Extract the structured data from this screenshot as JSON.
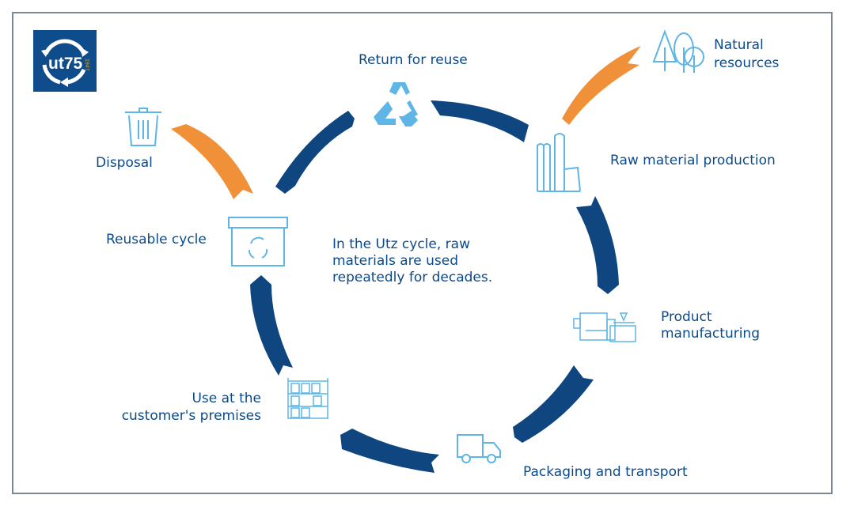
{
  "logo": {
    "text": "ut75",
    "year": "1947",
    "brand_color": "#0f4c8c",
    "accent_color": "#c7a03c"
  },
  "colors": {
    "arrow_main": "#0f4680",
    "arrow_side": "#f0913a",
    "icon": "#5fb6e6",
    "text": "#0b4a8b",
    "frame": "#7a8691"
  },
  "nodes": {
    "return_for_reuse": {
      "label": "Return for reuse",
      "icon": "recycle-icon"
    },
    "natural_resources": {
      "label_line1": "Natural",
      "label_line2": "resources",
      "icon": "trees-icon"
    },
    "raw_material": {
      "label": "Raw material production",
      "icon": "silo-factory-icon"
    },
    "product_manufacturing": {
      "label_line1": "Product",
      "label_line2": "manufacturing",
      "icon": "injection-machine-icon"
    },
    "packaging_transport": {
      "label": "Packaging and transport",
      "icon": "truck-icon"
    },
    "use_customer": {
      "label_line1": "Use at the",
      "label_line2": "customer's premises",
      "icon": "shelving-icon"
    },
    "reusable_cycle": {
      "label": "Reusable cycle",
      "icon": "reusable-box-icon"
    },
    "disposal": {
      "label": "Disposal",
      "icon": "trash-icon"
    }
  },
  "center_text": {
    "line1": "In the Utz cycle, raw",
    "line2": "materials are used",
    "line3": "repeatedly for decades."
  }
}
